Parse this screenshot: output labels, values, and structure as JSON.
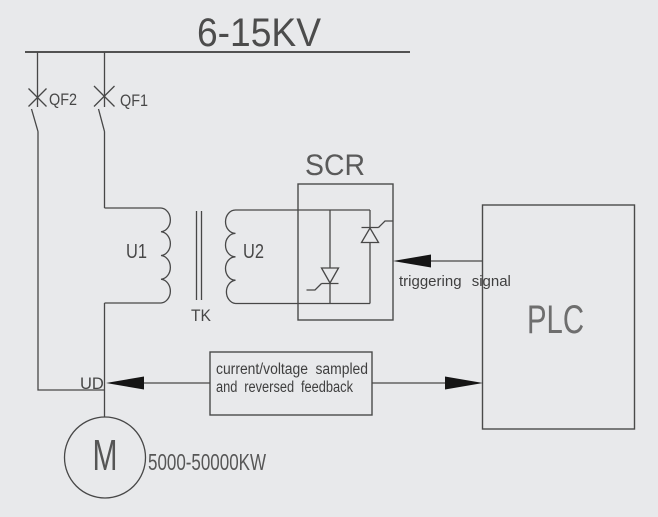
{
  "colors": {
    "background": "#e8e9eb",
    "line": "#474747",
    "arrow_fill": "#151515",
    "text_dark": "#474747",
    "text_muted": "#5a5a5a",
    "text_plc": "#6e6e6e"
  },
  "bus": {
    "voltage_label": "6-15KV"
  },
  "breakers": {
    "qf2_label": "QF2",
    "qf1_label": "QF1"
  },
  "transformer": {
    "primary_label": "U1",
    "secondary_label": "U2",
    "name_label": "TK"
  },
  "scr_block": {
    "title": "SCR"
  },
  "plc_block": {
    "title": "PLC"
  },
  "trigger": {
    "label": "triggering signal"
  },
  "feedback": {
    "line1": "current/voltage sampled",
    "line2": "and reversed feedback",
    "node_label": "UD"
  },
  "motor": {
    "symbol": "M",
    "rating": "5000-50000KW"
  }
}
